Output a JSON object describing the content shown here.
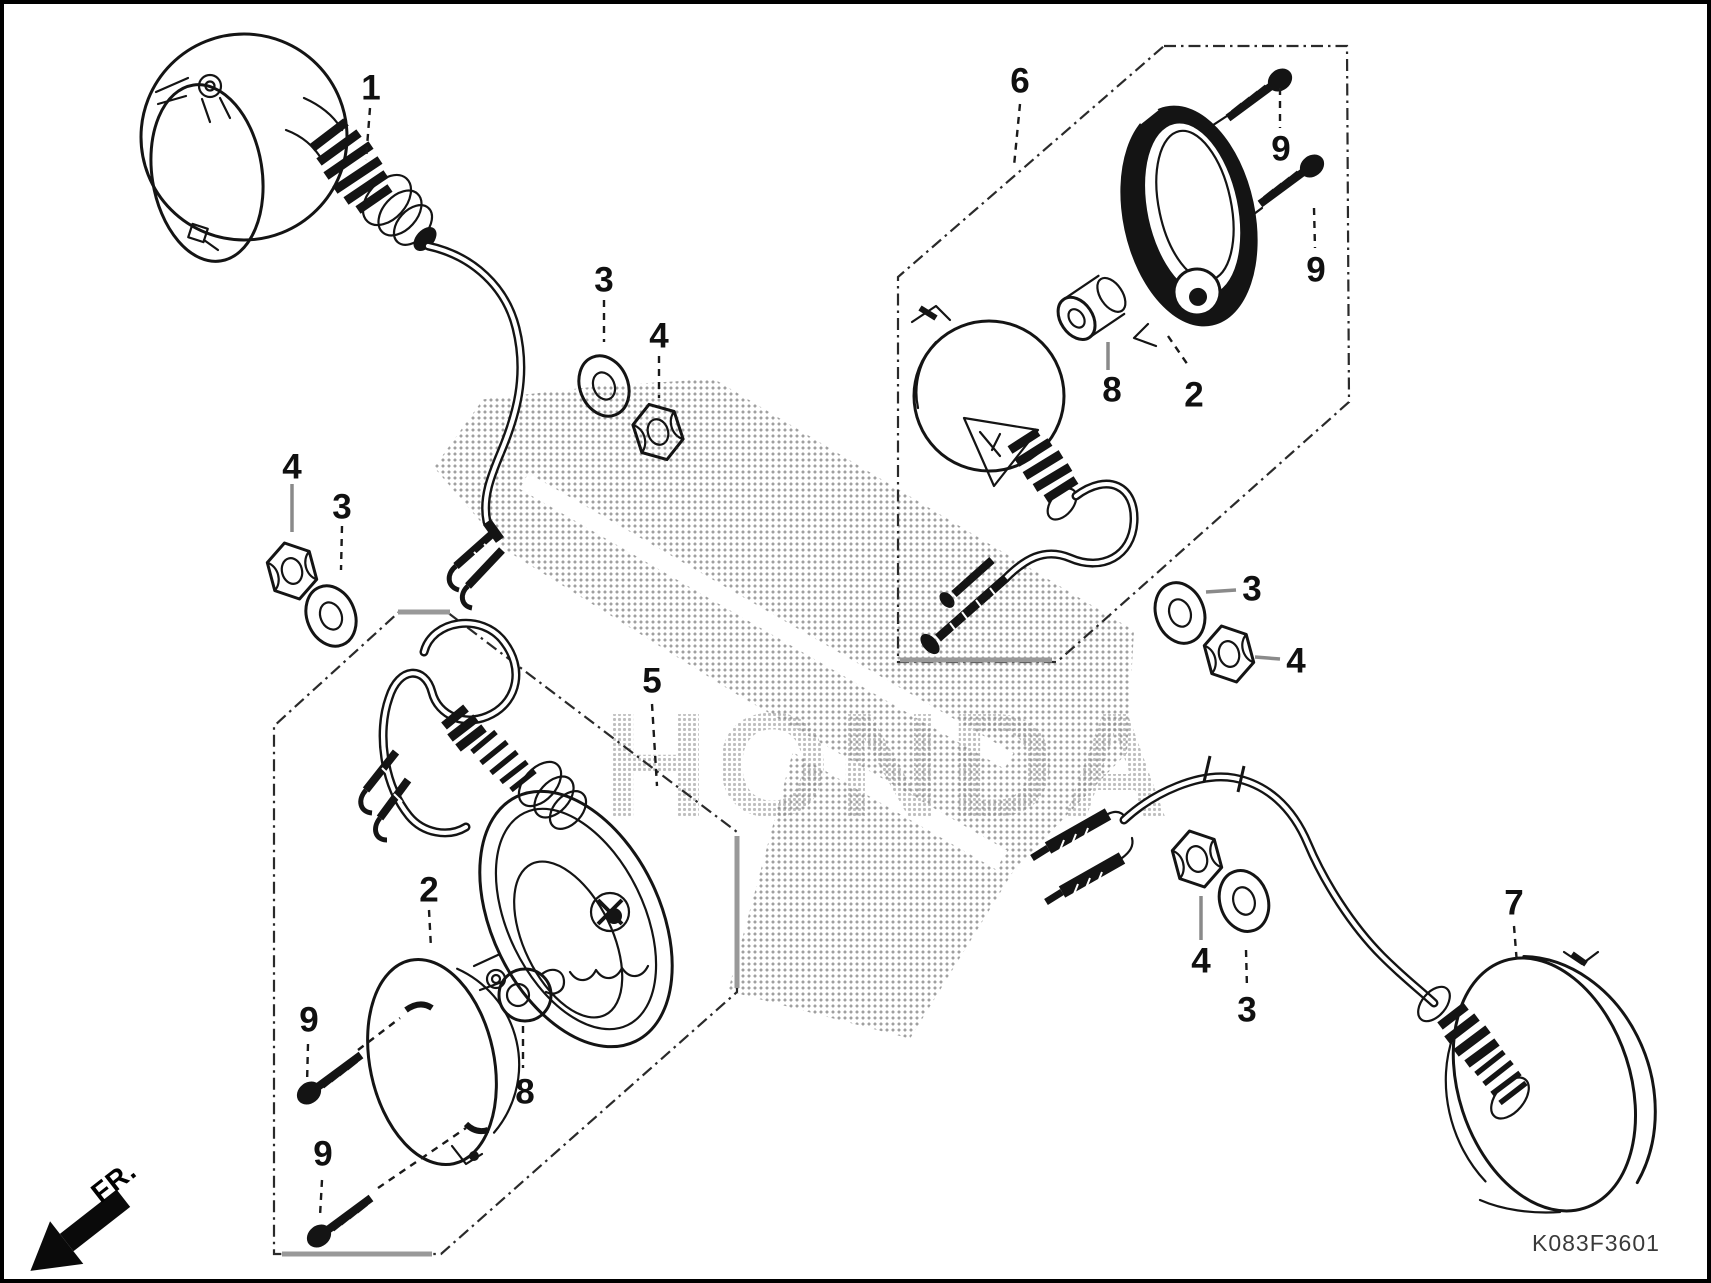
{
  "diagram": {
    "part_code": "K083F3601",
    "fr_indicator": "FR.",
    "watermark_text": "HONDA",
    "callouts": [
      {
        "ref": "1"
      },
      {
        "ref": "3"
      },
      {
        "ref": "4"
      },
      {
        "ref": "4"
      },
      {
        "ref": "3"
      },
      {
        "ref": "6"
      },
      {
        "ref": "9"
      },
      {
        "ref": "9"
      },
      {
        "ref": "8"
      },
      {
        "ref": "2"
      },
      {
        "ref": "3"
      },
      {
        "ref": "4"
      },
      {
        "ref": "5"
      },
      {
        "ref": "2"
      },
      {
        "ref": "8"
      },
      {
        "ref": "9"
      },
      {
        "ref": "9"
      },
      {
        "ref": "4"
      },
      {
        "ref": "3"
      },
      {
        "ref": "7"
      }
    ]
  }
}
